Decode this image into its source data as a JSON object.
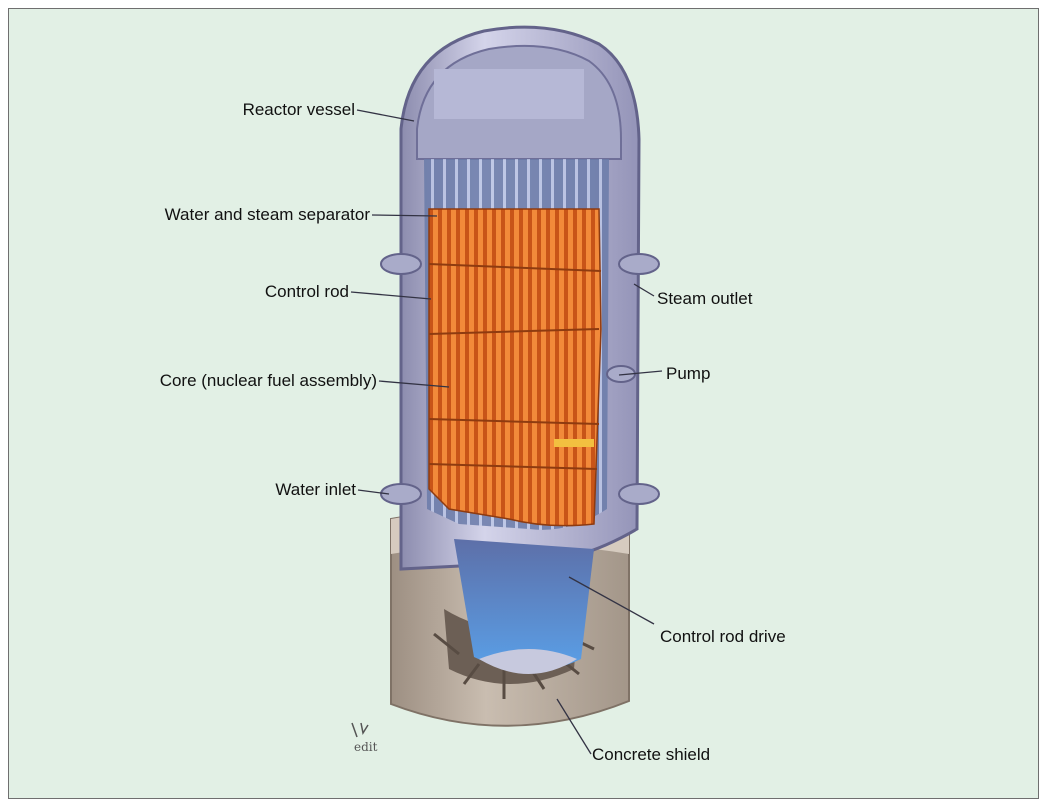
{
  "diagram": {
    "labels": {
      "reactor_vessel": "Reactor vessel",
      "separator": "Water and steam separator",
      "control_rod": "Control rod",
      "core": "Core (nuclear fuel assembly)",
      "water_inlet": "Water inlet",
      "steam_outlet": "Steam outlet",
      "pump": "Pump",
      "control_rod_drive": "Control rod drive",
      "concrete_shield": "Concrete shield"
    },
    "signature": "edit"
  },
  "colors": {
    "background": "#e2f0e5",
    "border": "#6f6f6f",
    "vessel": "#b9b9d4",
    "fuel": "#e8742a",
    "concrete": "#b7aa9c",
    "water": "#4d7fd0"
  }
}
